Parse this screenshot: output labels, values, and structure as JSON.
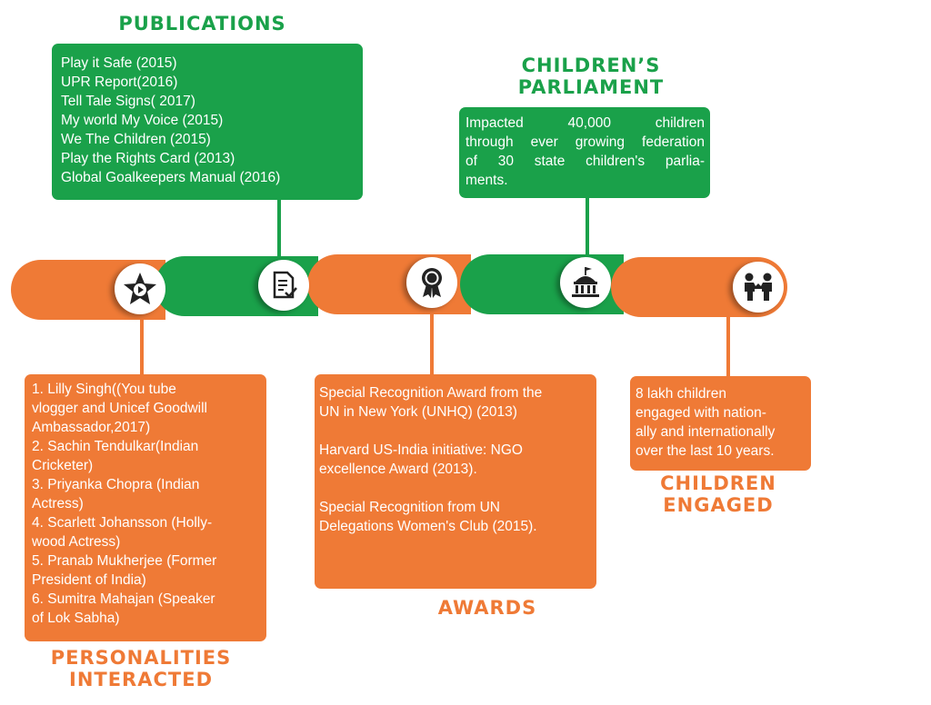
{
  "publications": {
    "title": "PUBLICATIONS",
    "items": [
      "Play it Safe (2015)",
      "UPR Report(2016)",
      "Tell Tale Signs( 2017)",
      "My world My Voice (2015)",
      "We The Children (2015)",
      "Play the Rights Card (2013)",
      "Global Goalkeepers Manual (2016)"
    ]
  },
  "childrens_parliament": {
    "title_line1": "CHILDREN’S",
    "title_line2": "PARLIAMENT",
    "text_lines": [
      "Impacted 40,000 children",
      "through ever growing federation",
      "of 30 state children's parlia-",
      "ments."
    ]
  },
  "personalities": {
    "title_line1": "PERSONALITIES",
    "title_line2": "INTERACTED",
    "lines": [
      "1. Lilly Singh((You tube",
      "vlogger and Unicef Goodwill",
      "Ambassador,2017)",
      "2. Sachin Tendulkar(Indian",
      "Cricketer)",
      "3. Priyanka Chopra (Indian",
      "Actress)",
      "4. Scarlett Johansson (Holly-",
      "wood Actress)",
      "5. Pranab Mukherjee (Former",
      "President of India)",
      "6. Sumitra Mahajan (Speaker",
      "of Lok Sabha)"
    ]
  },
  "awards": {
    "title": "AWARDS",
    "paragraphs": [
      [
        "Special Recognition Award from the",
        "UN in New York (UNHQ) (2013)"
      ],
      [
        "Harvard US-India initiative: NGO",
        "excellence Award (2013)."
      ],
      [
        "Special Recognition from UN",
        "Delegations Women's Club (2015)."
      ]
    ]
  },
  "children_engaged": {
    "title_line1": "CHILDREN",
    "title_line2": "ENGAGED",
    "lines": [
      "8 lakh children",
      "engaged with nation-",
      "ally and internationally",
      "over the last 10 years."
    ]
  },
  "icons": [
    "star-play-icon",
    "document-check-icon",
    "award-ribbon-icon",
    "parliament-building-icon",
    "children-icon"
  ],
  "colors": {
    "green": "#1aa14a",
    "orange": "#ef7a36"
  }
}
